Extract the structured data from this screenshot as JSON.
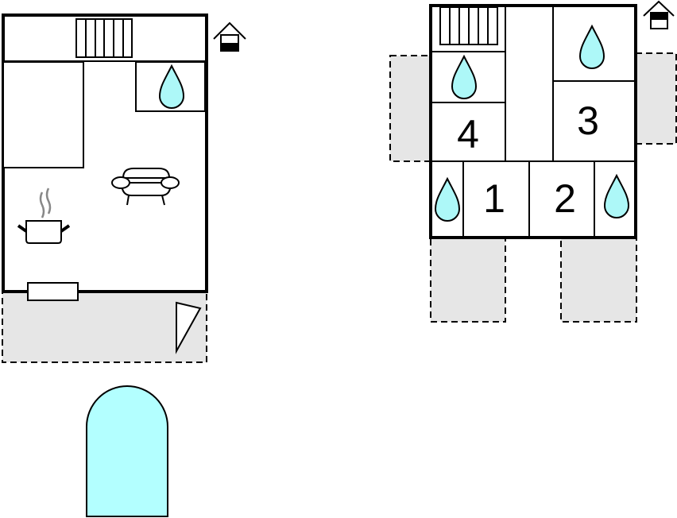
{
  "colors": {
    "water": "#adf8f8",
    "terrace": "#e6e6e6",
    "pool": "#b3ffff"
  },
  "left_plan": {
    "name": "ground-floor",
    "icons": [
      "stairs-icon",
      "bathroom-drop-icon",
      "sofa-icon",
      "cooking-pot-icon",
      "house-level-icon",
      "window",
      "door",
      "terrace",
      "pool"
    ]
  },
  "right_plan": {
    "name": "upper-floor",
    "rooms": [
      {
        "label": "1"
      },
      {
        "label": "2"
      },
      {
        "label": "3"
      },
      {
        "label": "4"
      }
    ]
  }
}
